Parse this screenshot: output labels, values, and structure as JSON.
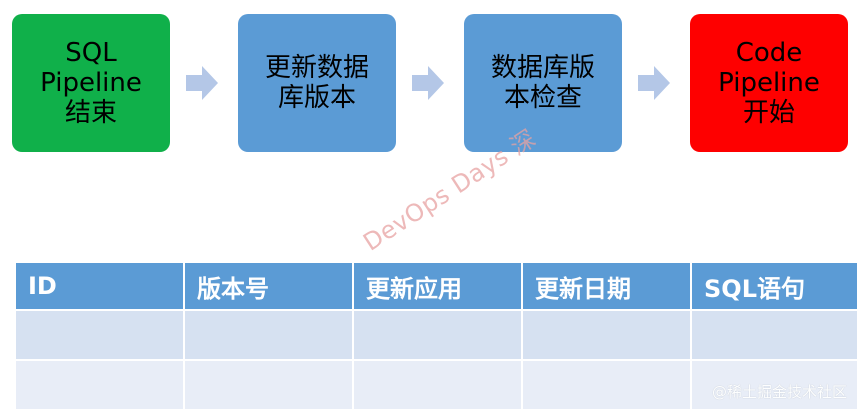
{
  "flow": {
    "steps": [
      {
        "label": "SQL\nPipeline\n结束",
        "color": "#10b04a"
      },
      {
        "label": "更新数据\n库版本",
        "color": "#5b9bd5"
      },
      {
        "label": "数据库版\n本检查",
        "color": "#5b9bd5"
      },
      {
        "label": "Code\nPipeline\n开始",
        "color": "#fe0000"
      }
    ],
    "arrow_color": "#b4c7e7"
  },
  "watermark": {
    "text": "DevOps Days 深"
  },
  "table": {
    "headers": [
      "ID",
      "版本号",
      "更新应用",
      "更新日期",
      "SQL语句"
    ],
    "header_color": "#5b9bd5",
    "row_color": "#d6e1f1",
    "row_alt_color": "#e8edf7"
  },
  "footer": {
    "text": "@稀土掘金技术社区"
  }
}
